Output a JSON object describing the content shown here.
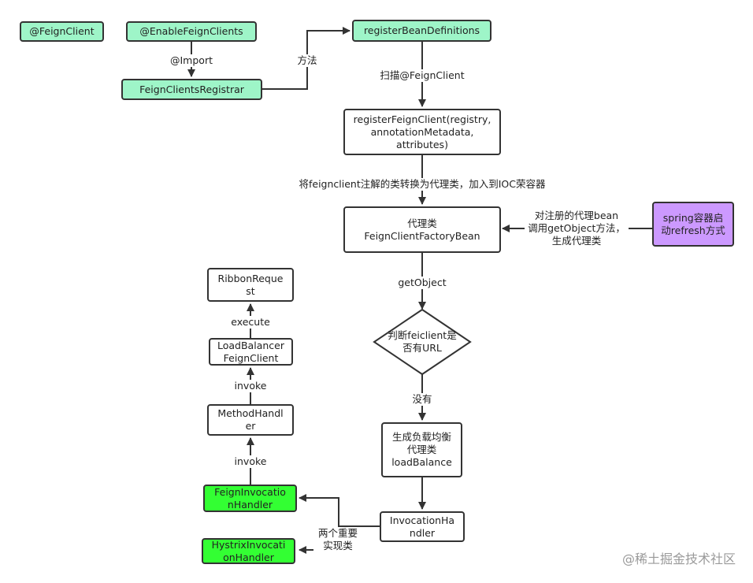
{
  "nodes": {
    "feign_client": "@FeignClient",
    "enable_feign_clients": "@EnableFeignClients",
    "feign_clients_registrar": "FeignClientsRegistrar",
    "register_bean_definitions": "registerBeanDefinitions",
    "register_feign_client": "registerFeignClient(registry,\nannotationMetadata,\nattributes)",
    "proxy_class": "代理类\nFeignClientFactoryBean",
    "spring_refresh": "spring容器启\n动refresh方式",
    "decision": "判断feiclient是\n否有URL",
    "load_balance": "生成负载均衡\n代理类\nloadBalance",
    "invocation_handler": "InvocationHa\nndler",
    "feign_invocation_handler": "FeignInvocatio\nnHandler",
    "hystrix_invocation_handler": "HystrixInvocati\nonHandler",
    "method_handler": "MethodHandl\ner",
    "load_balancer_feign_client": "LoadBalancer\nFeignClient",
    "ribbon_request": "RibbonReque\nst"
  },
  "edge_labels": {
    "import": "@Import",
    "method": "方法",
    "scan": "扫描@FeignClient",
    "convert": "将feignclient注解的类转换为代理类，加入到IOC荣容器",
    "call_get_object": "对注册的代理bean\n调用getObject方法，\n生成代理类",
    "get_object": "getObject",
    "no": "没有",
    "two_impls": "两个重要\n实现类",
    "invoke_1": "invoke",
    "invoke_2": "invoke",
    "execute": "execute"
  },
  "watermark": "@稀土掘金技术社区",
  "colors": {
    "mint": "#9ef5c8",
    "purple": "#cc99ff",
    "green": "#33ff33",
    "line": "#333333"
  }
}
